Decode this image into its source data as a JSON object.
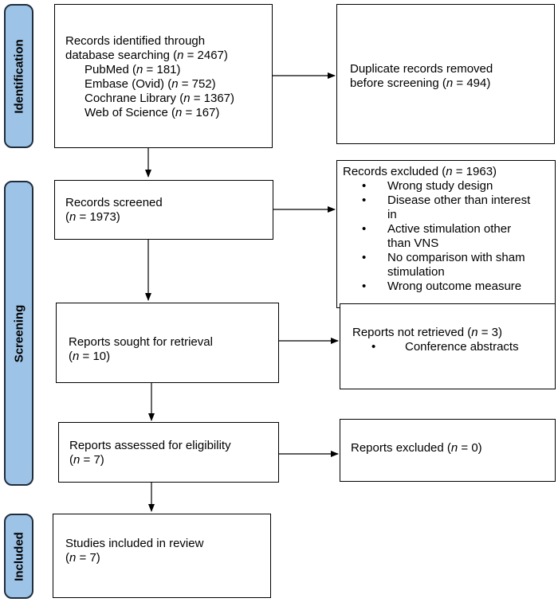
{
  "phases": {
    "identification": "Identification",
    "screening": "Screening",
    "included": "Included"
  },
  "identification": {
    "heading_line1": "Records identified through",
    "heading_pre": "database searching (",
    "heading_n": "n",
    "heading_post": " = 2467)",
    "sources": [
      {
        "name": "PubMed (",
        "n": "n",
        "value": " = 181)"
      },
      {
        "name": "Embase (Ovid) (",
        "n": "n",
        "value": " = 752)"
      },
      {
        "name": "Cochrane Library (",
        "n": "n",
        "value": " = 1367)"
      },
      {
        "name": "Web of Science (",
        "n": "n",
        "value": " = 167)"
      }
    ]
  },
  "duplicates": {
    "line1": "Duplicate records removed",
    "line2_pre": "before screening (",
    "n": "n",
    "line2_post": " = 494)"
  },
  "screened": {
    "line1": "Records screened",
    "open": "(",
    "n": "n",
    "line2_post": " = 1973)"
  },
  "excluded": {
    "heading_pre": "Records excluded (",
    "n": "n",
    "heading_post": " = 1963)",
    "reasons": [
      "Wrong study design",
      "Disease other than interest in",
      "Active stimulation other than VNS",
      "No comparison with sham stimulation",
      "Wrong outcome measure"
    ]
  },
  "sought": {
    "line1": "Reports sought for retrieval",
    "open": "(",
    "n": "n",
    "line2_post": " = 10)"
  },
  "not_retrieved": {
    "heading_pre": "Reports not retrieved (",
    "n": "n",
    "heading_post": " = 3)",
    "reasons": [
      "Conference abstracts"
    ]
  },
  "assessed": {
    "line1": "Reports assessed for eligibility",
    "open": "(",
    "n": "n",
    "line2_post": " = 7)"
  },
  "reports_excluded": {
    "pre": "Reports excluded (",
    "n": "n",
    "post": " = 0)"
  },
  "included_box": {
    "line1": "Studies included in review",
    "open": "(",
    "n": "n",
    "line2_post": " = 7)"
  }
}
